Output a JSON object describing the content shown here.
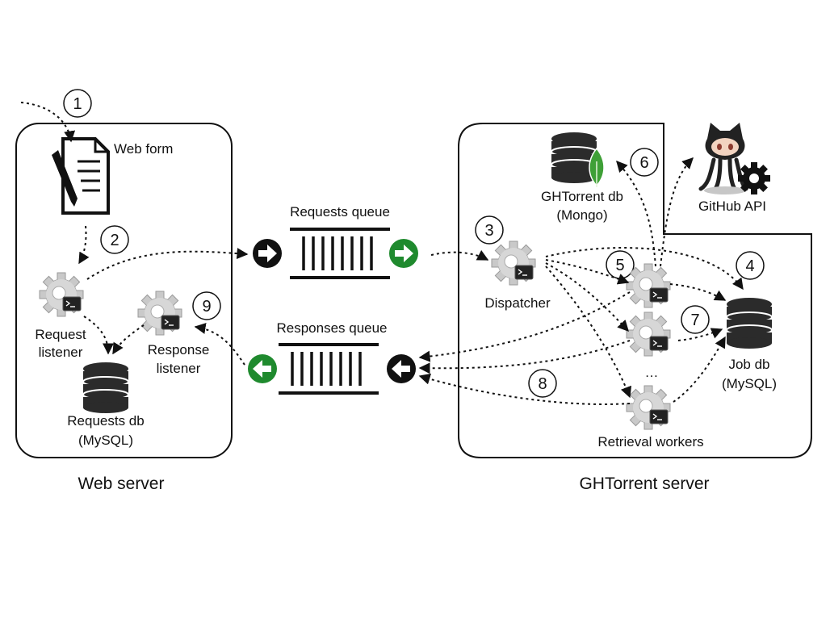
{
  "labels": {
    "web_form": "Web form",
    "request_listener_line1": "Request",
    "request_listener_line2": "listener",
    "response_listener_line1": "Response",
    "response_listener_line2": "listener",
    "requests_db_line1": "Requests db",
    "requests_db_line2": "(MySQL)",
    "requests_queue": "Requests queue",
    "responses_queue": "Responses queue",
    "ghtorrent_db_line1": "GHTorrent db",
    "ghtorrent_db_line2": "(Mongo)",
    "github_api": "GitHub API",
    "dispatcher": "Dispatcher",
    "job_db_line1": "Job db",
    "job_db_line2": "(MySQL)",
    "retrieval_workers": "Retrieval workers",
    "ellipsis": "…",
    "web_server": "Web server",
    "ghtorrent_server": "GHTorrent server"
  },
  "steps": [
    "1",
    "2",
    "3",
    "4",
    "5",
    "6",
    "7",
    "8",
    "9"
  ],
  "colors": {
    "queue_in_arrow": "#1f8a2e",
    "queue_out_arrow": "#111111",
    "gear": "#c9c9c9",
    "mongo_leaf": "#3fa037",
    "database": "#2b2b2b"
  }
}
